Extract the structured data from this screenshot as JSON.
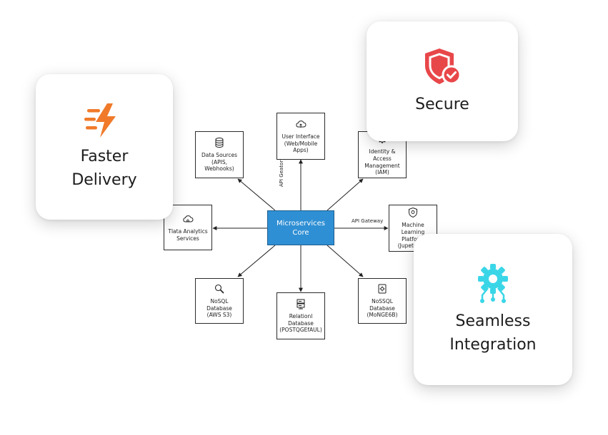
{
  "diagram": {
    "core": {
      "line1": "Microservices",
      "line2": "Core"
    },
    "nodes": {
      "ui": {
        "line1": "User Interface",
        "line2": "(Web/Mobile Apps)",
        "icon": "cloud-icon"
      },
      "datasources": {
        "line1": "Data Sources",
        "line2": "(APIS, Webhooks)",
        "icon": "database-icon"
      },
      "iam": {
        "line1": "Identity & Access",
        "line2": "Management",
        "line3": "(IAM)",
        "icon": "gear-icon"
      },
      "analytics": {
        "line1": "Tlata Analytics",
        "line2": "Services",
        "icon": "cloud-icon"
      },
      "ml": {
        "line1": "Machine Learning",
        "line2": "Platform",
        "line3": "(Jupeter, Te",
        "icon": "shield-icon"
      },
      "nosql_s3": {
        "line1": "NoSQL Database",
        "line2": "(AWS S3)",
        "icon": "magnifier-icon"
      },
      "relational": {
        "line1": "Relationl Database",
        "line2": "(POSTQGEfAUL)",
        "icon": "server-icon"
      },
      "nosql_mongo": {
        "line1": "NoSSQL Database",
        "line2": "(MoNGE6B)",
        "icon": "settings-doc-icon"
      }
    },
    "labels": {
      "api_gateway_vertical": "API Geatory",
      "api_gateway_horizontal": "API Gateway"
    }
  },
  "cards": {
    "faster": {
      "line1": "Faster",
      "line2": "Delivery",
      "icon": "lightning-icon",
      "color": "#f07a2a"
    },
    "secure": {
      "line1": "Secure",
      "icon": "shield-check-icon",
      "color": "#e8474a"
    },
    "seamless": {
      "line1": "Seamless",
      "line2": "Integration",
      "icon": "gear-network-icon",
      "color": "#3ad6e8"
    }
  }
}
